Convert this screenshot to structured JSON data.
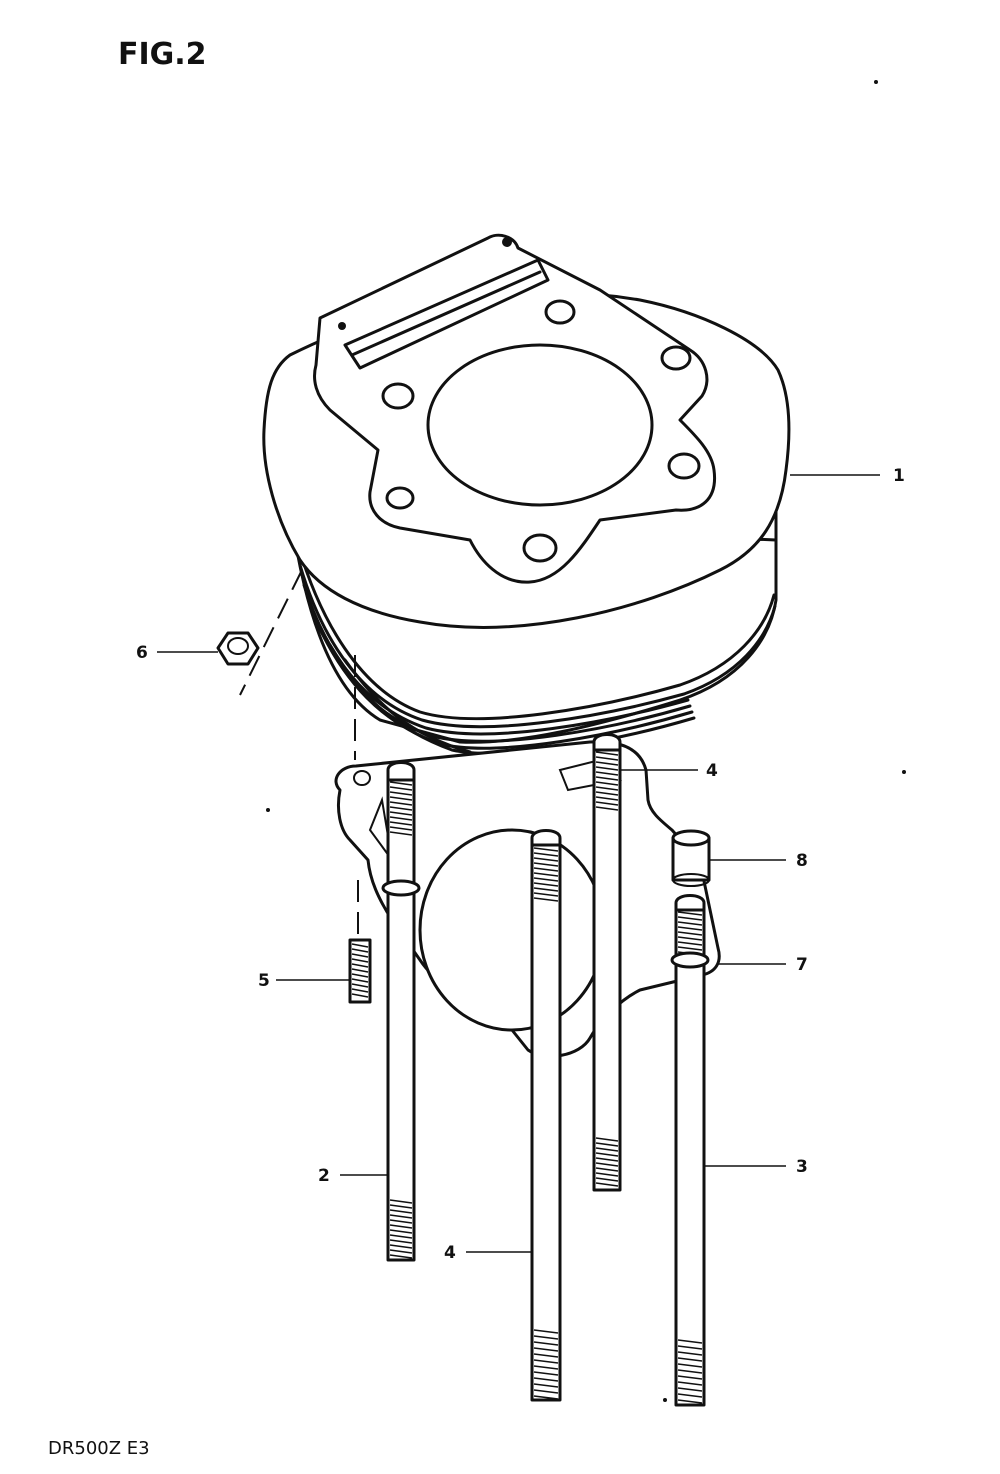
{
  "figure": {
    "title": "FIG.2",
    "footer": "DR500Z E3"
  },
  "callouts": [
    "1",
    "2",
    "3",
    "4",
    "4",
    "5",
    "6",
    "7",
    "8"
  ]
}
